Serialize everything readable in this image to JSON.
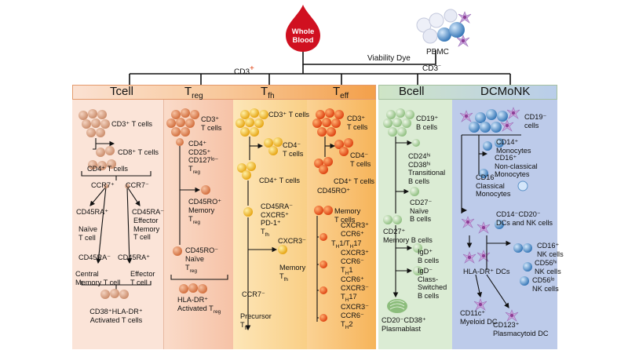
{
  "top": {
    "blood_label": "Whole\nBlood",
    "pbmc_label": "PBMC",
    "viability_label": "Viability Dye",
    "cd3pos_label": "CD3",
    "cd3pos_sign": "+",
    "cd3neg_label": "CD3",
    "cd3neg_sign": "−"
  },
  "headers": {
    "tcell": "Tcell",
    "treg_main": "T",
    "treg_sub": "reg",
    "tfh_main": "T",
    "tfh_sub": "fh",
    "teff_main": "T",
    "teff_sub": "eff",
    "bcell": "Bcell",
    "dcmonk": "DCMoNK"
  },
  "colors": {
    "tcell_bg": "#fbe4d8",
    "treg_bg": "#f7c8b0",
    "tfh_bg": "#fbd7a0",
    "teff_bg": "#f8c16a",
    "bcell_bg": "#d7ead0",
    "dcmonk_bg": "#bac8e8",
    "tcell_cell": "#d9a284",
    "treg_cell": "#e08a5e",
    "tfh_cell": "#f2b418",
    "teff_cell": "#ef5a1c",
    "bcell_cell": "#a8cf98",
    "mono_cell": "#4f8fc9",
    "blood": "#d01020"
  },
  "tcell": {
    "cd3": "CD3⁺ T cells",
    "cd8": "CD8⁺ T cells",
    "cd4": "CD4⁺ T cells",
    "ccr7pos": "CCR7⁺",
    "ccr7neg": "CCR7⁻",
    "naive_marker": "CD45RA⁺",
    "naive_name": "Naïve\nT cell",
    "effmem_marker": "CD45RA⁻",
    "effmem_name": "Effector\nMemory\nT cell",
    "central_marker": "CD45RA⁻",
    "central_name": "Central\nMemory T cell",
    "effector_marker": "CD45RA⁺",
    "effector_name": "Effector\nT cell",
    "activated": "CD38⁺HLA-DR⁺\nActivated T cells"
  },
  "treg": {
    "cd3": "CD3⁺\nT cells",
    "phenotype": "CD4⁺\nCD25⁺\nCD127ˡᵒ⁻",
    "treg_a": "T",
    "memory": "CD45RO⁺\nMemory",
    "treg_b": "T",
    "naive": "CD45RO⁻\nNaïve",
    "treg_c": "T",
    "activated": "HLA-DR⁺\nActivated T"
  },
  "tfh": {
    "cd3": "CD3⁺ T cells",
    "cd4neg": "CD4⁻\nT cells",
    "cd4pos": "CD4⁺ T cells",
    "phenotype": "CD45RA⁻\nCXCR5⁺\nPD-1⁺",
    "tfh_a": "T",
    "cxcr3": "CXCR3⁻",
    "memory": "Memory",
    "tfh_b": "T",
    "ccr7": "CCR7⁻",
    "precursor": "Precursor",
    "tfh_c": "T"
  },
  "teff": {
    "cd3": "CD3⁺\nT cells",
    "cd4neg": "CD4⁻\nT cells",
    "cd4pos": "CD4⁺ T cells",
    "cd45ro": "CD45RO⁺",
    "memory": "Memory\nT cells",
    "th1_17_markers": "CXCR3⁺\nCCR6⁺",
    "th1_17": "1/T",
    "th1_markers": "CXCR3⁺\nCCR6⁻",
    "th1": "1",
    "th17_markers": "CCR6⁺\nCXCR3⁻",
    "th17": "17",
    "th2_markers": "CXCR3⁻\nCCR6⁻",
    "th2": "2"
  },
  "bcell": {
    "cd19": "CD19⁺\nB cells",
    "transitional": "CD24ʰⁱ\nCD38ʰⁱ\nTransitional\nB cells",
    "naive": "CD27⁻\nNaïve\nB cells",
    "memory": "CD27⁺\nMemory B cells",
    "igd_pos": "IgD⁺\nB cells",
    "igd_neg": "IgD⁻\nClass-\nSwitched\nB cells",
    "plasmablast": "CD20⁻CD38⁺\nPlasmablast"
  },
  "dcmonk": {
    "cd19neg": "CD19⁻\ncells",
    "cd14pos": "CD14⁺\nMonocytes",
    "cd16pos": "CD16⁺\nNon-classical\nMonocytes",
    "cd16neg": "CD16⁻\nClassical\nMonocytes",
    "cd14neg": "CD14⁻CD20⁻\nDCs and NK cells",
    "cd16nk": "CD16⁺\nNK cells",
    "cd56hi": "CD56ʰⁱ\nNK cells",
    "cd56lo": "CD56ˡᵒ\nNK cells",
    "hladr": "HLA-DR⁺ DCs",
    "myeloid": "CD11c⁺\nMyeloid DC",
    "plasmacytoid": "CD123⁺\nPlasmacytoid DC"
  }
}
